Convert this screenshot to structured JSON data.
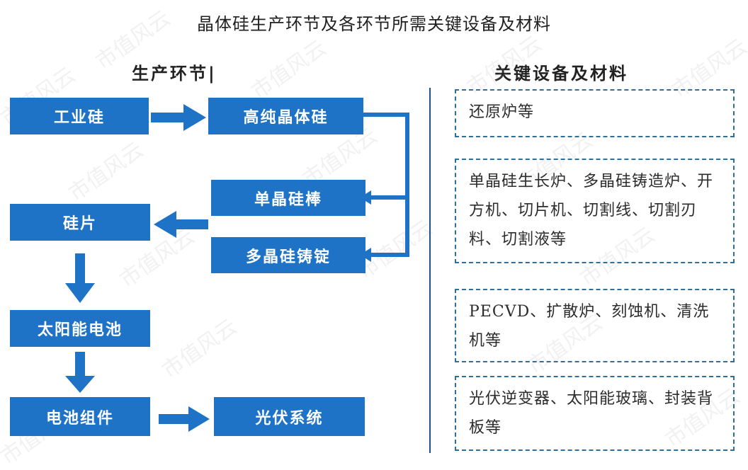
{
  "page": {
    "title": "晶体硅生产环节及各环节所需关键设备及材料"
  },
  "columns": {
    "left_title": "生产环节|",
    "right_title": "关键设备及材料"
  },
  "flow": {
    "industrial_silicon": "工业硅",
    "high_purity_crystal_silicon": "高纯晶体硅",
    "monocrystalline_rod": "单晶硅棒",
    "polycrystalline_ingot": "多晶硅铸锭",
    "silicon_wafer": "硅片",
    "solar_cell": "太阳能电池",
    "battery_module": "电池组件",
    "pv_system": "光伏系统"
  },
  "materials": [
    {
      "text": "还原炉等"
    },
    {
      "text": "单晶硅生长炉、多晶硅铸造炉、开方机、切片机、切割线、切割刃料、切割液等"
    },
    {
      "text": "PECVD、扩散炉、刻蚀机、清洗机等"
    },
    {
      "text": "光伏逆变器、太阳能玻璃、封装背板等"
    }
  ],
  "watermark": {
    "text": "市值风云"
  },
  "colors": {
    "flow_box": "#1f73c6",
    "arrow": "#1f73c6",
    "divider": "#1e4f8a",
    "dashed_border": "#2f6f99"
  }
}
